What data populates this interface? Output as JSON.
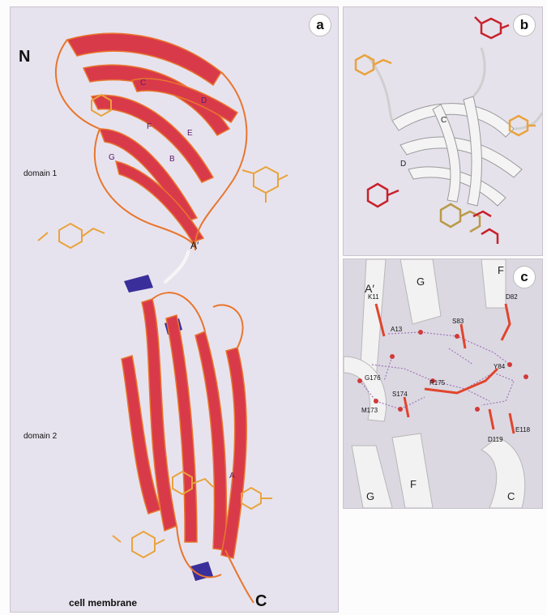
{
  "panels": {
    "a": {
      "letter": "a",
      "n_terminus": "N",
      "c_terminus": "C",
      "domain1": "domain 1",
      "domain2": "domain 2",
      "membrane": "cell membrane",
      "a_prime": "A′",
      "strands": {
        "c": "C",
        "d": "D",
        "e": "E",
        "f": "F",
        "g": "G",
        "b": "B",
        "a": "A"
      },
      "colors": {
        "strand": "#d93a49",
        "loop": "#e8762e",
        "helix": "#3a2f9a",
        "glycan": "#e9a33c"
      }
    },
    "b": {
      "letter": "b",
      "strand_c": "C",
      "strand_d": "D",
      "colors": {
        "ribbon": "#f2f2f2",
        "glycan_red": "#c8212b",
        "glycan_orange": "#e9a33c",
        "glycan_olive": "#b99a48"
      }
    },
    "c": {
      "letter": "c",
      "strands": {
        "a_prime": "A′",
        "g_top": "G",
        "f_top": "F",
        "g_bottom": "G",
        "f_bottom": "F",
        "c_bottom": "C"
      },
      "residues": {
        "k11": "K11",
        "a13": "A13",
        "s83": "S83",
        "d82": "D82",
        "g176": "G176",
        "r175": "R175",
        "y84": "Y84",
        "s174": "S174",
        "m173": "M173",
        "d119": "D119",
        "e118": "E118"
      },
      "colors": {
        "sidechain": "#e0452c",
        "hbond": "#a07ab8",
        "water": "#d23a3a"
      }
    }
  }
}
